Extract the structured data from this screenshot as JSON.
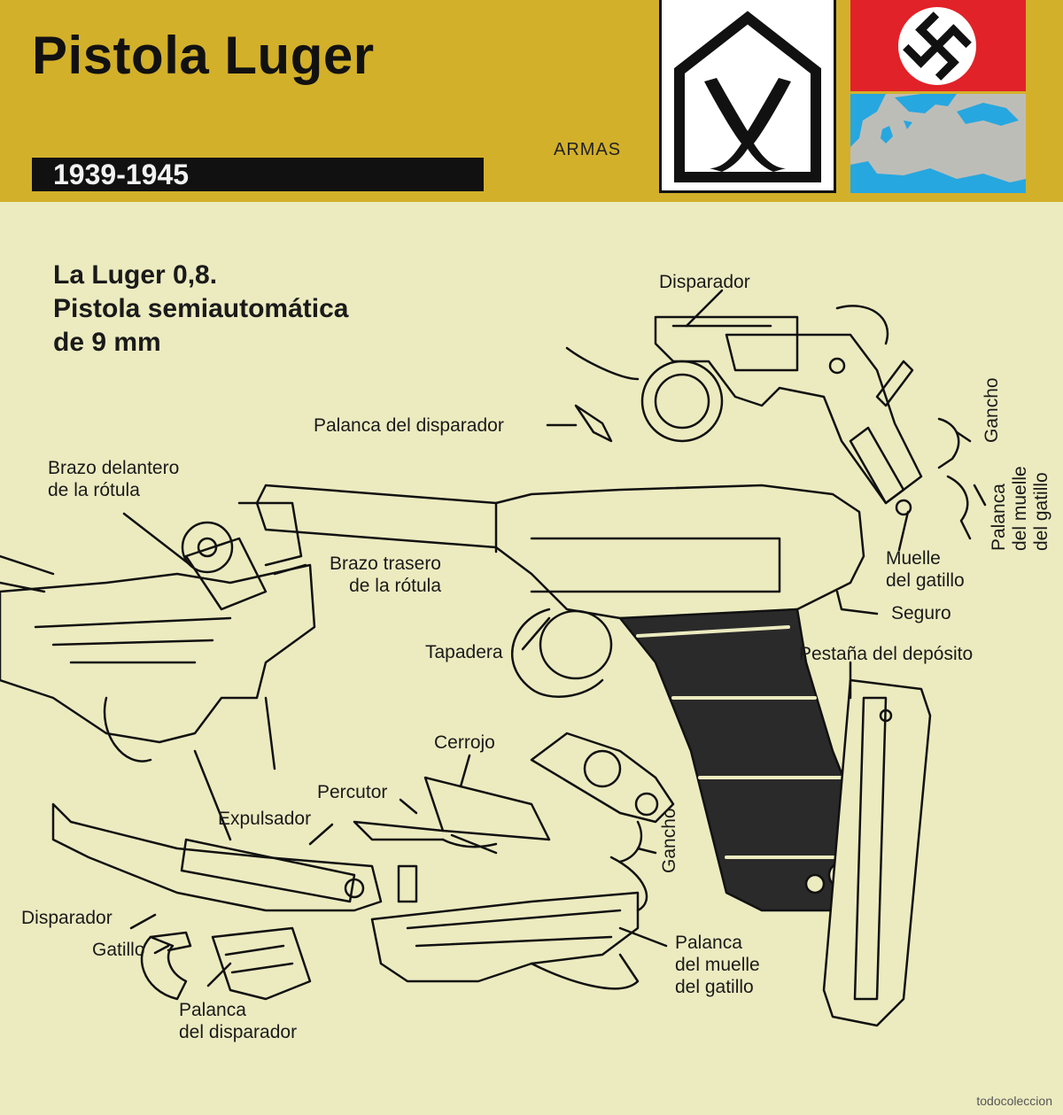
{
  "header": {
    "title": "Pistola Luger",
    "category": "ARMAS",
    "years": "1939-1945"
  },
  "subtitle": {
    "line1": "La Luger 0,8.",
    "line2": "Pistola semiautomática",
    "line3": "de 9 mm"
  },
  "labels": {
    "disparador_top": "Disparador",
    "palanca_disparador_top": "Palanca del disparador",
    "gancho_top": "Gancho",
    "palanca_muelle_top": [
      "Palanca",
      "del muelle",
      "del gatillo"
    ],
    "brazo_delantero": [
      "Brazo delantero",
      "de la rótula"
    ],
    "brazo_trasero": [
      "Brazo trasero",
      "de la rótula"
    ],
    "muelle_gatillo": [
      "Muelle",
      "del gatillo"
    ],
    "seguro": "Seguro",
    "tapadera": "Tapadera",
    "pestana": "Pestaña del depósito",
    "cerrojo": "Cerrojo",
    "percutor": "Percutor",
    "expulsador": "Expulsador",
    "gancho_bottom": "Gancho",
    "disparador_bottom": "Disparador",
    "gatillo": "Gatillo",
    "palanca_disparador_bottom": [
      "Palanca",
      "del disparador"
    ],
    "palanca_muelle_bottom": [
      "Palanca",
      "del muelle",
      "del gatillo"
    ]
  },
  "watermark": "todocoleccion",
  "colors": {
    "header_bg": "#d3b02a",
    "card_bg": "#ecebc0",
    "flag_red": "#e12228",
    "map_water": "#27a7df",
    "map_land": "#bdbdb8"
  },
  "icons": [
    "rank-chevron-emblem-icon",
    "swastika-flag-icon",
    "europe-map-icon"
  ]
}
